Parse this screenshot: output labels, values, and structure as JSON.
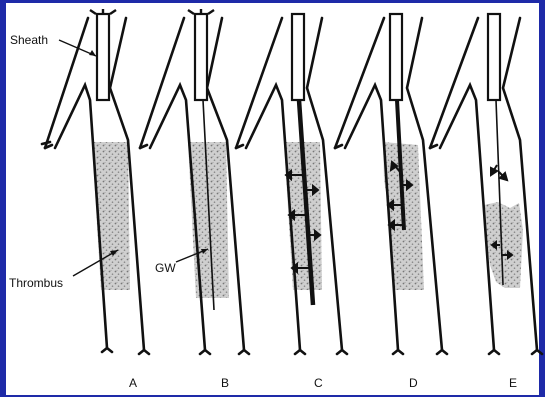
{
  "labels": {
    "sheath": "Sheath",
    "thrombus": "Thrombus",
    "gw": "GW"
  },
  "panels": [
    "A",
    "B",
    "C",
    "D",
    "E"
  ],
  "colors": {
    "background": "#1e2aa8",
    "panel": "#ffffff",
    "line": "#111111",
    "thrombus_fill": "#c9c9c9"
  }
}
